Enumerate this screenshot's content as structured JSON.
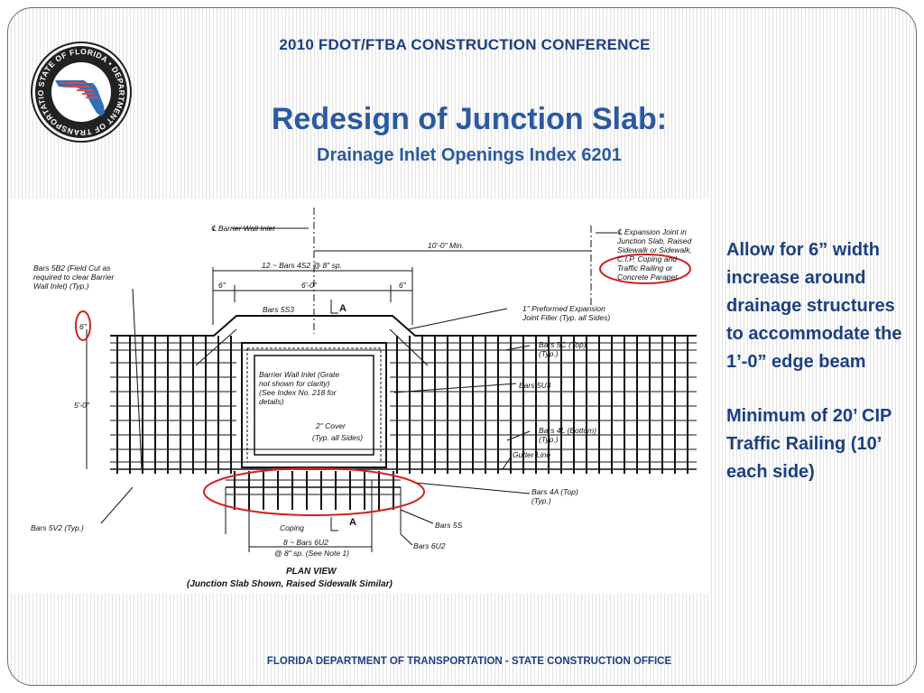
{
  "header": {
    "conference": "2010  FDOT/FTBA  CONSTRUCTION CONFERENCE",
    "title": "Redesign of Junction Slab:",
    "subtitle": "Drainage Inlet Openings Index 6201"
  },
  "logo": {
    "text": "STATE OF FLORIDA • DEPARTMENT OF TRANSPORTATION",
    "icon": "fdot-seal-icon"
  },
  "drawing": {
    "labels": {
      "barrier_wall_inlet": "℄ Barrier Wall Inlet",
      "expansion_joint": [
        "℄ Expansion Joint in",
        "Junction Slab, Raised",
        "Sidewalk or Sidewalk,",
        "C.I.P. Coping and",
        "Traffic Railing or",
        "Concrete Parapet"
      ],
      "min_10": "10'-0\" Min.",
      "bars_4s2": "12 ~ Bars 4S2 @ 8\" sp.",
      "bars_5b2": [
        "Bars 5B2 (Field Cut as",
        "required to clear Barrier",
        "Wall Inlet)  (Typ.)"
      ],
      "dim_6_left": "6\"",
      "dim_6_0": "6'-0\"",
      "dim_6_right": "6\"",
      "bars_5s3": "Bars 5S3",
      "section_a": "A",
      "preformed": [
        "1\" Preformed Expansion",
        "Joint Filler (Typ. all Sides)"
      ],
      "dim_6_vertical": "6\"",
      "bars_5c": [
        "Bars 5C (Top)",
        "(Typ.)"
      ],
      "dim_5_0": "5'-0\"",
      "inlet_note": [
        "Barrier Wall Inlet (Grate",
        "not shown for clarity)",
        "(See Index No. 218 for",
        "details)"
      ],
      "bars_5u3": "Bars 5U3",
      "cover": [
        "2\" Cover",
        "(Typ. all Sides)"
      ],
      "bars_4l": [
        "Bars 4L (Bottom)",
        "(Typ.)"
      ],
      "gutter_line": "Gutter Line",
      "bars_4a": [
        "Bars 4A (Top)",
        "(Typ.)"
      ],
      "bars_5v2": "Bars 5V2 (Typ.)",
      "coping": "Coping",
      "bars_5s": "Bars 5S",
      "bars_6u2": [
        "8 ~ Bars 6U2",
        "@ 8\" sp. (See Note 1)"
      ],
      "bars_6u2_leader": "Bars 6U2",
      "plan_view": "PLAN VIEW",
      "plan_view_note": "(Junction Slab Shown, Raised Sidewalk Similar)"
    }
  },
  "notes": [
    "Allow for 6” width increase around drainage structures to accommodate the 1’-0” edge beam",
    "Minimum of 20’ CIP Traffic Railing (10’ each side)"
  ],
  "footer": "FLORIDA DEPARTMENT OF TRANSPORTATION - STATE CONSTRUCTION OFFICE",
  "colors": {
    "title_blue": "#2a5aa0",
    "dark_blue": "#1c3f82",
    "highlight_red": "#d22020"
  }
}
